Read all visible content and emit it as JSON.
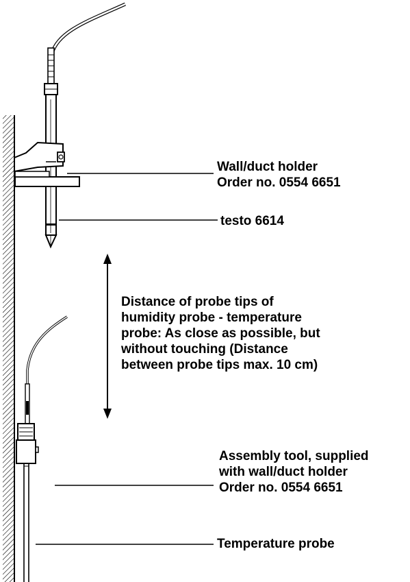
{
  "labels": {
    "wall_holder": [
      "Wall/duct holder",
      "Order no. 0554 6651"
    ],
    "probe_model": [
      "testo 6614"
    ],
    "distance_note": [
      "Distance of probe tips of",
      "humidity probe - temperature",
      "probe: As close as possible, but",
      "without touching (Distance",
      "between probe tips max. 10 cm)"
    ],
    "assembly_tool": [
      "Assembly tool, supplied",
      "with wall/duct holder",
      "Order no. 0554 6651"
    ],
    "temperature_probe": [
      "Temperature probe"
    ]
  },
  "colors": {
    "line": "#000000",
    "background": "#ffffff"
  }
}
